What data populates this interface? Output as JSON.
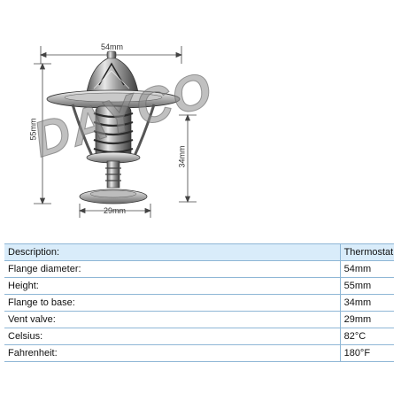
{
  "dimensions": {
    "width_label": "54mm",
    "height_label": "55mm",
    "flange_label": "34mm",
    "base_label": "29mm"
  },
  "watermark": "DAYCO",
  "specs": [
    {
      "label": "Description:",
      "value": "Thermostat"
    },
    {
      "label": "Flange diameter:",
      "value": "54mm"
    },
    {
      "label": "Height:",
      "value": "55mm"
    },
    {
      "label": "Flange to base:",
      "value": "34mm"
    },
    {
      "label": "Vent valve:",
      "value": "29mm"
    },
    {
      "label": "Celsius:",
      "value": "82°C"
    },
    {
      "label": "Fahrenheit:",
      "value": "180°F"
    }
  ]
}
